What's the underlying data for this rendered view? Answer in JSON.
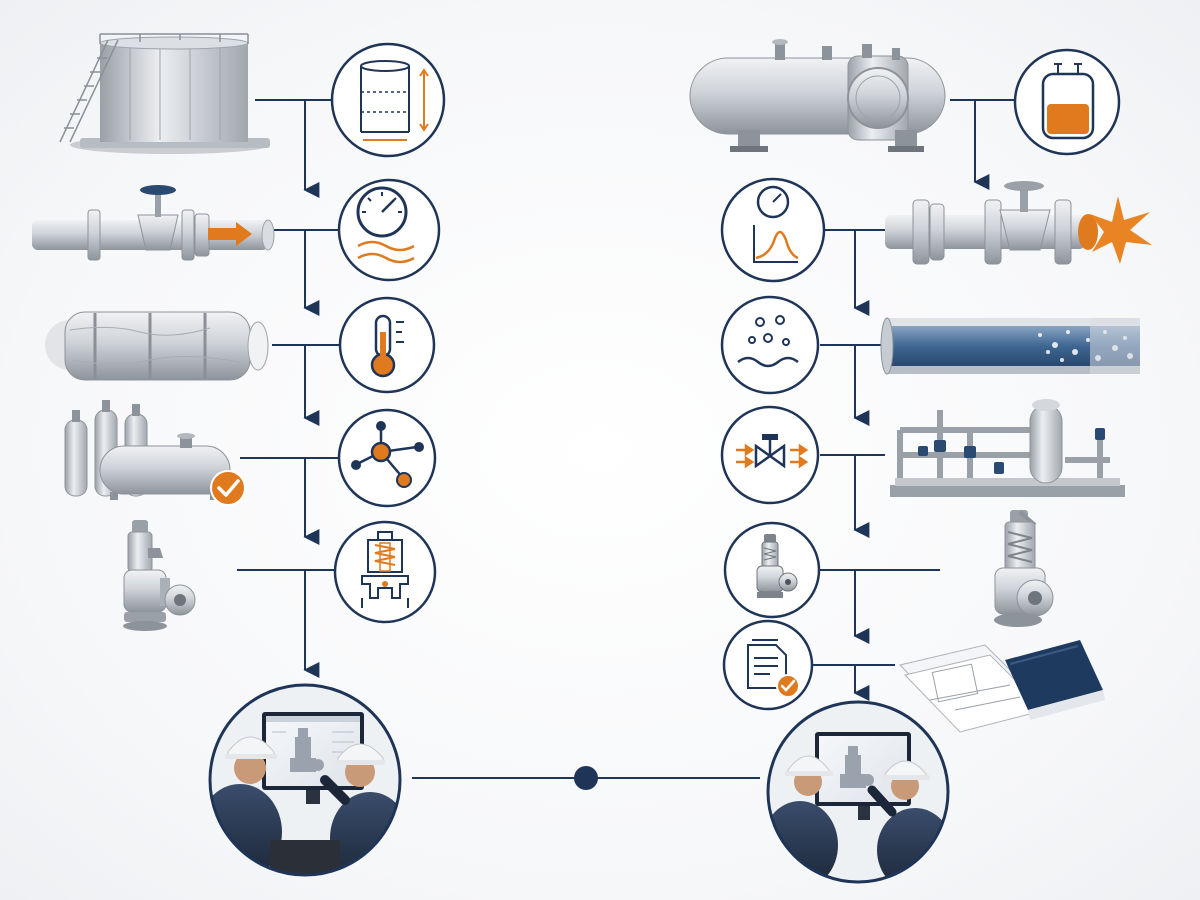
{
  "colors": {
    "navy": "#1f3558",
    "orange": "#e07a1f",
    "steel_light": "#e4e6e9",
    "steel_mid": "#b5b9bf",
    "steel_dark": "#7d838b",
    "background": "#f7f8fa"
  },
  "left_branch": {
    "steps": [
      {
        "equipment": "storage-tank",
        "icon": "tank-dimensions-icon"
      },
      {
        "equipment": "pipe-with-valve-flow",
        "icon": "pressure-gauge-wave-icon"
      },
      {
        "equipment": "insulated-vessel",
        "icon": "thermometer-icon"
      },
      {
        "equipment": "gas-cylinders-approved",
        "icon": "molecule-icon"
      },
      {
        "equipment": "safety-relief-valve",
        "icon": "relief-valve-cutaway-icon"
      }
    ],
    "outcome": "engineers-reviewing-valve-model"
  },
  "right_branch": {
    "steps": [
      {
        "equipment": "horizontal-pressure-vessel",
        "icon": "liquid-level-vessel-icon"
      },
      {
        "equipment": "valve-fire-exposure",
        "icon": "gauge-distribution-curve-icon"
      },
      {
        "equipment": "two-phase-pipe-section",
        "icon": "bubbles-liquid-icon"
      },
      {
        "equipment": "piping-skid",
        "icon": "control-valve-flow-icon"
      },
      {
        "equipment": "safety-relief-valve",
        "icon": "safety-valve-icon"
      },
      {
        "equipment": "documentation-drawings",
        "icon": "document-checklist-icon"
      }
    ],
    "outcome": "engineers-reviewing-valve-model"
  },
  "connector": "center-join-node"
}
